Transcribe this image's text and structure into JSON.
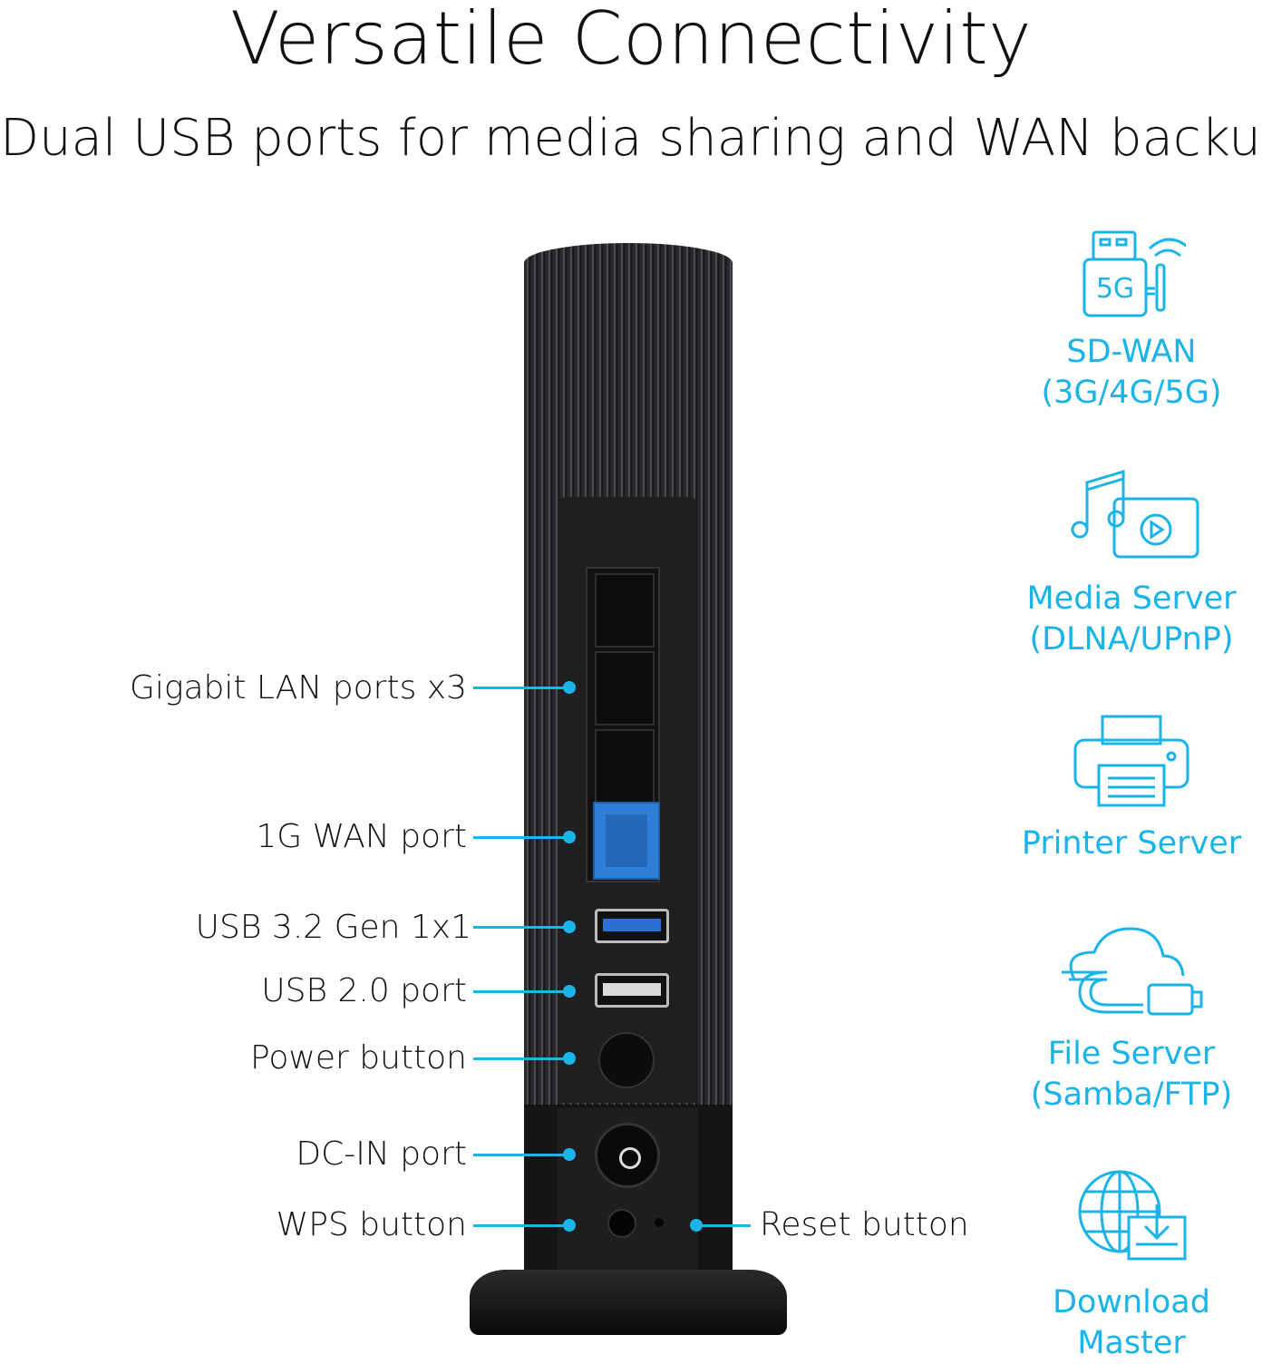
{
  "header": {
    "title": "Versatile Connectivity",
    "subtitle": "Dual USB ports for media sharing and WAN backup"
  },
  "accent_color": "#1ab4e8",
  "callouts": [
    {
      "label": "Gigabit LAN ports x3"
    },
    {
      "label": "1G WAN port"
    },
    {
      "label": "USB 3.2 Gen 1x1"
    },
    {
      "label": "USB 2.0 port"
    },
    {
      "label": "Power button"
    },
    {
      "label": "DC-IN port"
    },
    {
      "label": "WPS button"
    },
    {
      "label": "Reset button"
    }
  ],
  "features": [
    {
      "icon": "usb-5g-modem-icon",
      "lines": [
        "SD-WAN",
        "(3G/4G/5G)"
      ]
    },
    {
      "icon": "music-video-icon",
      "lines": [
        "Media Server",
        "(DLNA/UPnP)"
      ]
    },
    {
      "icon": "printer-icon",
      "lines": [
        "Printer Server"
      ]
    },
    {
      "icon": "cloud-usb-icon",
      "lines": [
        "File Server",
        "(Samba/FTP)"
      ]
    },
    {
      "icon": "globe-download-icon",
      "lines": [
        "Download",
        "Master"
      ]
    }
  ],
  "icon_text": {
    "five_g": "5G"
  }
}
